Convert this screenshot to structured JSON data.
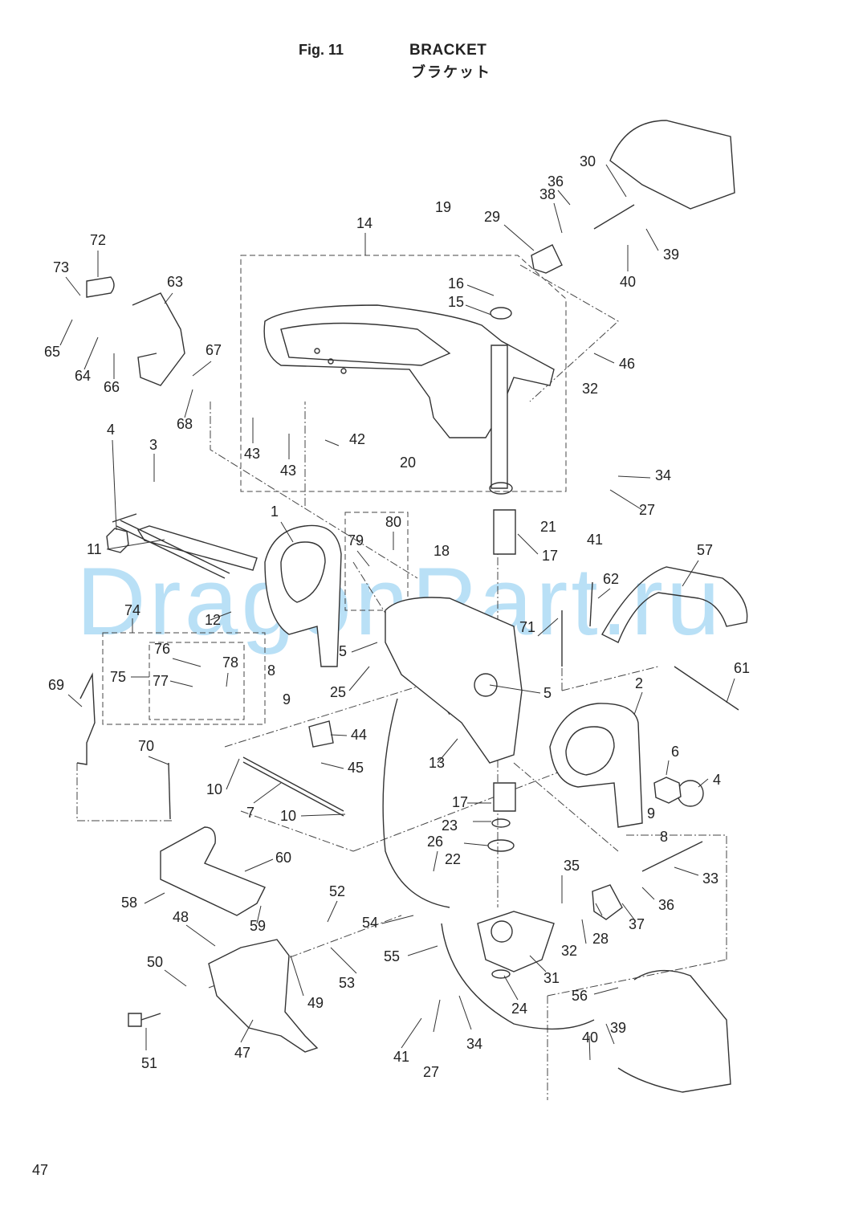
{
  "header": {
    "fig_label": "Fig. 11",
    "title": "BRACKET",
    "subtitle": "ブラケット"
  },
  "watermark": "DragonPart.ru",
  "page_number": "47",
  "colors": {
    "line": "#333333",
    "watermark": "#7fc6ee",
    "background": "#ffffff"
  },
  "callouts": [
    "1",
    "2",
    "3",
    "4",
    "4",
    "5",
    "5",
    "6",
    "7",
    "8",
    "8",
    "9",
    "9",
    "10",
    "10",
    "11",
    "12",
    "13",
    "14",
    "15",
    "16",
    "17",
    "17",
    "18",
    "19",
    "20",
    "21",
    "22",
    "23",
    "24",
    "25",
    "26",
    "27",
    "27",
    "28",
    "29",
    "30",
    "31",
    "32",
    "32",
    "33",
    "34",
    "34",
    "35",
    "36",
    "36",
    "37",
    "38",
    "39",
    "39",
    "40",
    "40",
    "41",
    "41",
    "42",
    "43",
    "43",
    "44",
    "45",
    "46",
    "47",
    "48",
    "49",
    "50",
    "51",
    "52",
    "53",
    "54",
    "55",
    "56",
    "57",
    "58",
    "59",
    "60",
    "61",
    "62",
    "63",
    "64",
    "65",
    "66",
    "67",
    "68",
    "69",
    "70",
    "71",
    "72",
    "73",
    "74",
    "75",
    "76",
    "77",
    "78",
    "79",
    "80"
  ]
}
